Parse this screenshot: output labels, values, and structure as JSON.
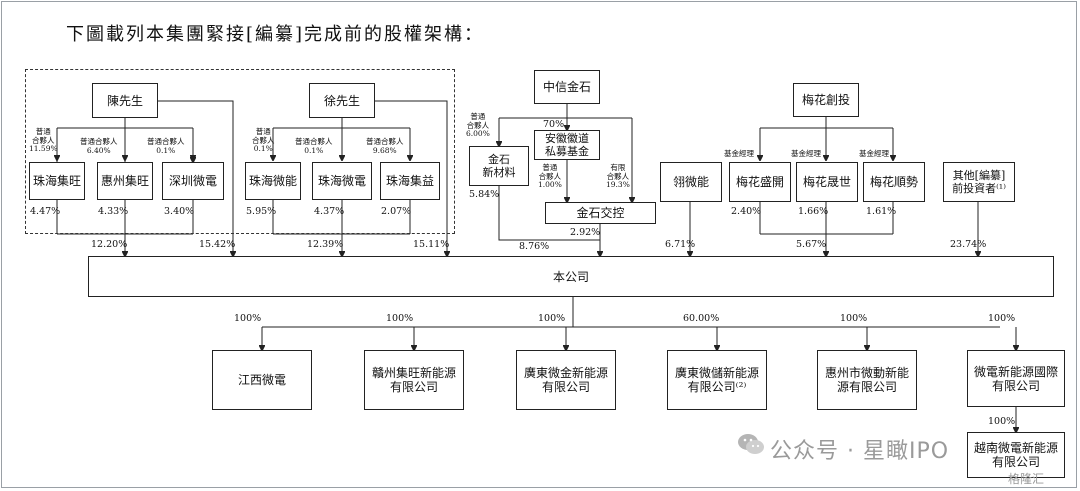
{
  "title": "下圖載列本集團緊接[編纂]完成前的股權架構：",
  "top_entities": {
    "chen": "陳先生",
    "xu": "徐先生",
    "citic": "中信金石",
    "meihua": "梅花創投"
  },
  "partnerships": {
    "zhuhai_jiwang": "珠海集旺",
    "huizhou_jiwang": "惠州集旺",
    "shenzhen_weidian": "深圳微電",
    "zhuhai_weineng": "珠海微能",
    "zhuhai_weidian": "珠海微電",
    "zhuhai_jiyi": "珠海集益",
    "anhui_fund": "安徽徽道\n私募基金",
    "jinshi_material": "金石\n新材料",
    "jinshi_jiaokong": "金石交控",
    "xiang_weineng": "翎微能",
    "meihua_shengkai": "梅花盛開",
    "meihua_shengshi": "梅花晟世",
    "meihua_shunshi": "梅花順勢",
    "other_investors": "其他[編纂]\n前投資者⁽¹⁾"
  },
  "company": "本公司",
  "subsidiaries": {
    "jiangxi": "江西微電",
    "ganzhou": "贛州集旺新能源\n有限公司",
    "guangdong_wj": "廣東微金新能源\n有限公司",
    "guangdong_wc": "廣東微儲新能源\n有限公司⁽²⁾",
    "huizhou_wd": "惠州市微動新能\n源有限公司",
    "intl": "微電新能源國際\n有限公司",
    "yuenan": "越南微電新能源\n有限公司"
  },
  "role_labels": {
    "gp_lp_chen_1": "普通\n合夥人\n11.59%",
    "gp_lp_chen_2": "普通合夥人\n6.40%",
    "gp_lp_chen_3": "普通合夥人\n0.1%",
    "gp_lp_xu_1": "普通\n合夥人\n0.1%",
    "gp_lp_xu_2": "普通合夥人\n0.1%",
    "gp_lp_xu_3": "普通合夥人\n9.68%",
    "jinshi_gp": "普通\n合夥人\n6.00%",
    "anhui_gp": "普通\n合夥人\n1.00%",
    "anhui_lp": "有限\n合夥人\n19.3%",
    "fund_mgr": "基金經理"
  },
  "percentages": {
    "p_4_47": "4.47%",
    "p_4_33": "4.33%",
    "p_3_40": "3.40%",
    "p_5_95": "5.95%",
    "p_4_37": "4.37%",
    "p_2_07": "2.07%",
    "p_12_20": "12.20%",
    "p_15_42": "15.42%",
    "p_12_39": "12.39%",
    "p_15_11": "15.11%",
    "p_70": "70%",
    "p_5_84": "5.84%",
    "p_2_92": "2.92%",
    "p_8_76": "8.76%",
    "p_6_71": "6.71%",
    "p_2_40": "2.40%",
    "p_1_66": "1.66%",
    "p_1_61": "1.61%",
    "p_5_67": "5.67%",
    "p_23_74": "23.74%",
    "s_1": "100%",
    "s_2": "100%",
    "s_3": "100%",
    "s_4": "60.00%",
    "s_5": "100%",
    "s_6": "100%",
    "s_7": "100%"
  },
  "watermark": {
    "text": "公众号 · 星瞰IPO",
    "badge": "格隆汇"
  },
  "colors": {
    "line": "#222222",
    "dash": "#333333",
    "watermark": "#9a9a9a"
  }
}
